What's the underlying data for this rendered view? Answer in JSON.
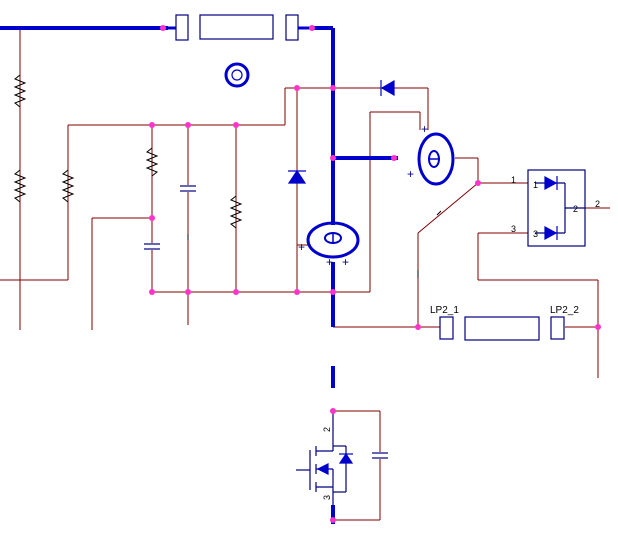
{
  "schematic": {
    "colors": {
      "wire": "#800000",
      "bus": "#0000cc",
      "node": "#ff33cc",
      "component": "#000080",
      "resistor": "#000000"
    },
    "labels": {
      "lp2_1": "LP2_1",
      "lp2_2": "LP2_2"
    },
    "pins": {
      "bridge_in_1": "1",
      "bridge_in_3": "3",
      "bridge_out_2": "2",
      "bridge_inner_1": "1",
      "bridge_inner_3": "3",
      "bridge_inner_2": "2",
      "mosfet_drain": "2",
      "mosfet_source": "3"
    },
    "polarity": {
      "transformer_top_plus_a": "+",
      "transformer_top_plus_b": "+",
      "transformer_mid_plus_a": "+",
      "transformer_mid_plus_b": "+",
      "transformer_mid_plus_c": "+"
    }
  }
}
